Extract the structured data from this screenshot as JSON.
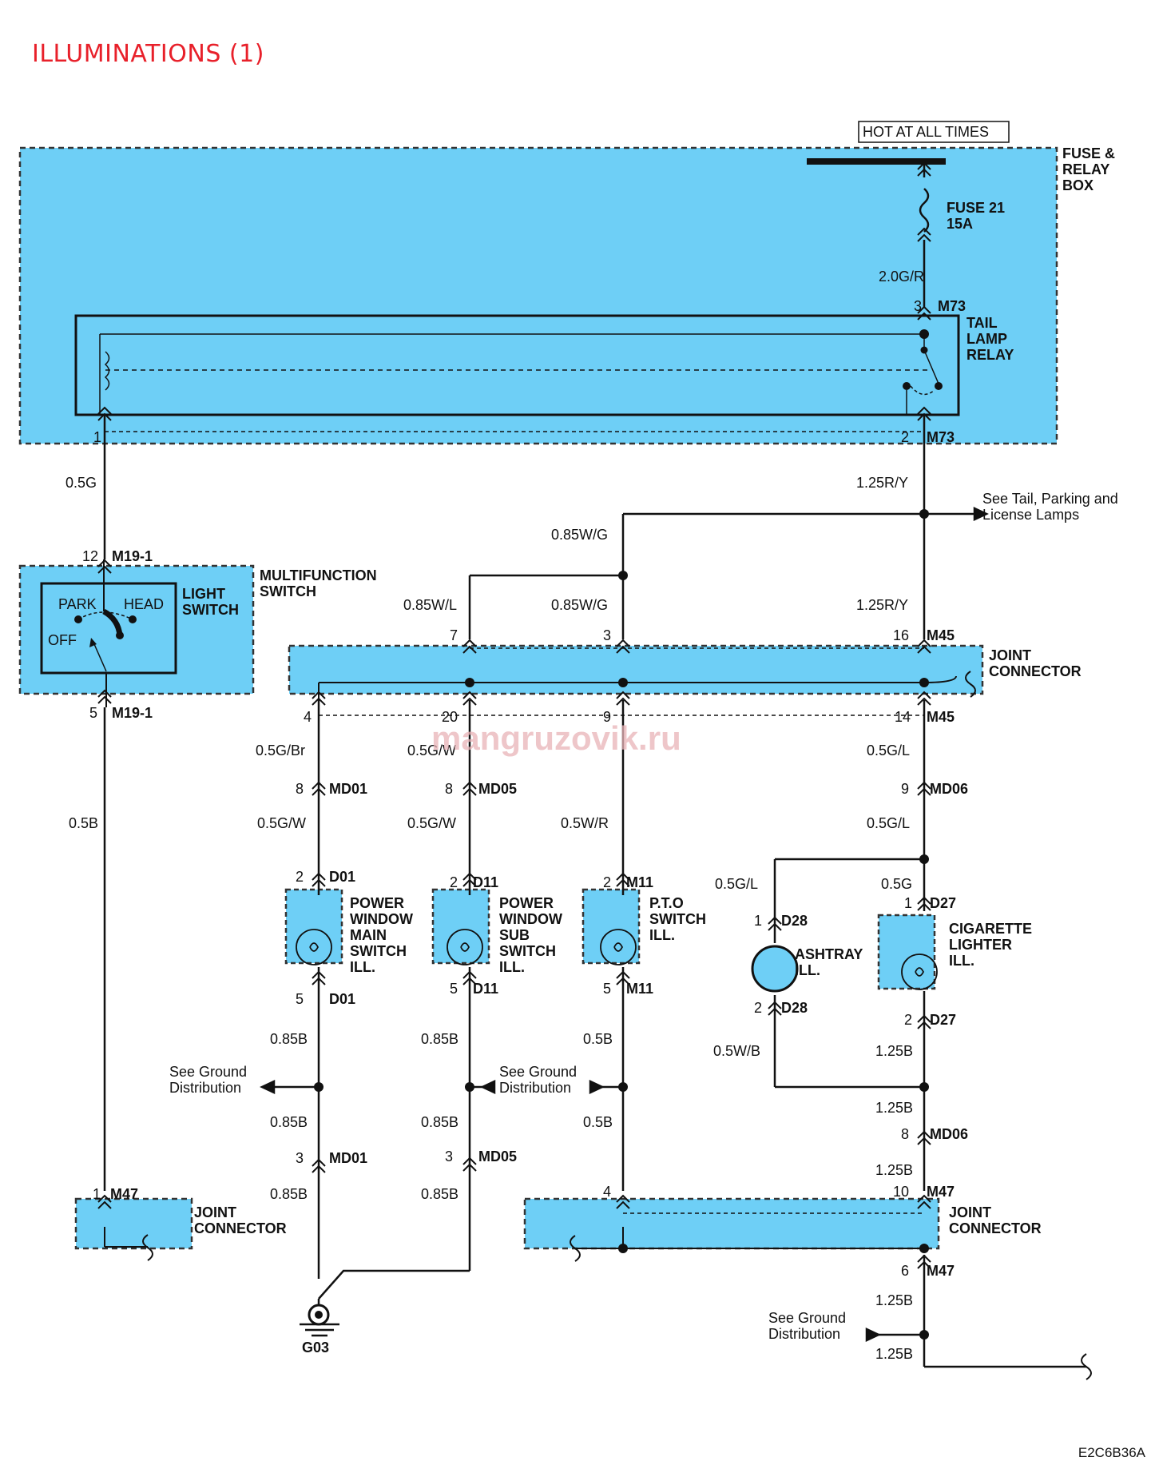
{
  "title": "ILLUMINATIONS (1)",
  "footer_code": "E2C6B36A",
  "watermark": "mangruzovik.ru",
  "colors": {
    "title": "#e8202a",
    "component_fill": "#6ecff6",
    "wire": "#111111"
  },
  "power": {
    "hot_label": "HOT AT ALL TIMES",
    "fuse_name": "FUSE 21",
    "fuse_rating": "15A"
  },
  "fuse_relay_box": {
    "line1": "FUSE &",
    "line2": "RELAY",
    "line3": "BOX"
  },
  "tail_lamp_relay": {
    "line1": "TAIL",
    "line2": "LAMP",
    "line3": "RELAY"
  },
  "multifunction_switch": {
    "line1": "MULTIFUNCTION",
    "line2": "SWITCH",
    "light1": "LIGHT",
    "light2": "SWITCH",
    "park": "PARK",
    "head": "HEAD",
    "off": "OFF"
  },
  "joint_connector": {
    "line1": "JOINT",
    "line2": "CONNECTOR"
  },
  "see_tail": {
    "line1": "See Tail, Parking and",
    "line2": "License Lamps"
  },
  "see_ground": {
    "line1": "See Ground",
    "line2": "Distribution"
  },
  "ground": {
    "name": "G03"
  },
  "components": {
    "pwm": {
      "l1": "POWER",
      "l2": "WINDOW",
      "l3": "MAIN",
      "l4": "SWITCH",
      "l5": "ILL."
    },
    "pws": {
      "l1": "POWER",
      "l2": "WINDOW",
      "l3": "SUB",
      "l4": "SWITCH",
      "l5": "ILL."
    },
    "pto": {
      "l1": "P.T.O",
      "l2": "SWITCH",
      "l3": "ILL."
    },
    "ash": {
      "l1": "ASHTRAY",
      "l2": "ILL."
    },
    "cig": {
      "l1": "CIGARETTE",
      "l2": "LIGHTER",
      "l3": "ILL."
    }
  },
  "pins": {
    "m73_3": "3",
    "m73_2": "2",
    "relay_1": "1",
    "m19_12": "12",
    "m19_5": "5",
    "m45_7": "7",
    "m45_3": "3",
    "m45_16": "16",
    "m45_4": "4",
    "m45_20": "20",
    "m45_9": "9",
    "m45_14": "14",
    "md01_8": "8",
    "md05_8": "8",
    "md06_9": "9",
    "d01_2": "2",
    "d11_2": "2",
    "m11_2": "2",
    "d27_1": "1",
    "d28_1": "1",
    "d28_2": "2",
    "d01_5": "5",
    "d11_5": "5",
    "m11_5": "5",
    "d27_2": "2",
    "md06_8": "8",
    "md01_3": "3",
    "md05_3": "3",
    "m47_1": "1",
    "m47_4": "4",
    "m47_10": "10",
    "m47_6": "6"
  },
  "connectors": {
    "M73": "M73",
    "M19": "M19-1",
    "M45": "M45",
    "MD01": "MD01",
    "MD05": "MD05",
    "MD06": "MD06",
    "D01": "D01",
    "D11": "D11",
    "M11": "M11",
    "D27": "D27",
    "D28": "D28",
    "M47": "M47"
  },
  "wires": {
    "w_20gr": "2.0G/R",
    "w_05g_top": "0.5G",
    "w_125ry_a": "1.25R/Y",
    "w_085wg_a": "0.85W/G",
    "w_085wl": "0.85W/L",
    "w_085wg_b": "0.85W/G",
    "w_125ry_b": "1.25R/Y",
    "w_05gbr": "0.5G/Br",
    "w_05gw_a": "0.5G/W",
    "w_05gl_a": "0.5G/L",
    "w_05b": "0.5B",
    "w_05gw_b": "0.5G/W",
    "w_05gw_c": "0.5G/W",
    "w_05wr": "0.5W/R",
    "w_05gl_b": "0.5G/L",
    "w_05gl_c": "0.5G/L",
    "w_05g_cig": "0.5G",
    "w_085b_1": "0.85B",
    "w_085b_2": "0.85B",
    "w_05b_pto1": "0.5B",
    "w_05wb": "0.5W/B",
    "w_125b_1": "1.25B",
    "w_085b_3": "0.85B",
    "w_085b_4": "0.85B",
    "w_05b_pto2": "0.5B",
    "w_125b_2": "1.25B",
    "w_085b_5": "0.85B",
    "w_085b_6": "0.85B",
    "w_125b_3": "1.25B",
    "w_125b_4": "1.25B",
    "w_125b_5": "1.25B"
  }
}
